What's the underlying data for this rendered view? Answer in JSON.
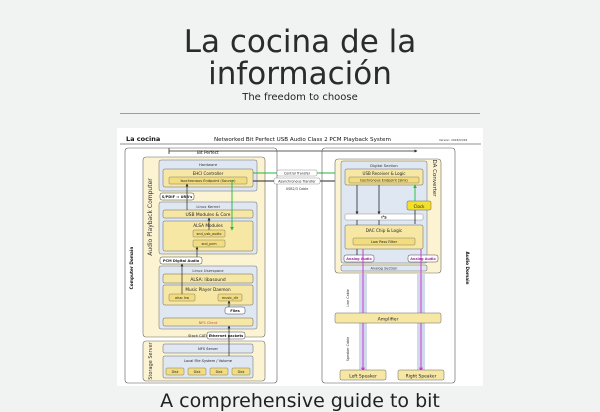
{
  "site": {
    "title_line1": "La cocina de la",
    "title_line2": "información",
    "tagline": "The freedom to choose",
    "post_heading": "A comprehensive guide to bit"
  },
  "diagram": {
    "corner_title": "La cocina",
    "title": "Networked Bit Perfect USB Audio Class 2 PCM Playback System",
    "version": "Version: 2018/03/26",
    "bit_perfect": "Bit Perfect",
    "computer_domain": "Computer Domain",
    "audio_domain": "Audio Domain",
    "audio_playback_computer": "Audio Playback Computer",
    "storage_server": "Storage Server",
    "dac_converter": "DA Converter",
    "hardware": "Hardware",
    "ehci_controller": "EHCI Controller",
    "iso_endpoint_source": "Isochronous Endpoint (Source)",
    "spdif": "S/PDIF ⇒ URB's",
    "linux_kernel": "Linux Kernel",
    "usb_modules": "USB Modules & Core",
    "alsa_modules": "ALSA Modules",
    "snd_usb_audio": "snd_usb_audio",
    "snd_pcm": "snd_pcm",
    "pcm_digital_audio": "PCM Digital Audio",
    "linux_userspace": "Linux Userspace",
    "alsa_libasound": "ALSA: libasound",
    "music_player_daemon": "Music Player Daemon",
    "alsa_hw": "alsa: hw",
    "music_dir": "music_dir",
    "files": "Files",
    "nfs_client": "NFS Client",
    "stack_cat6": "Stack CAT6",
    "ethernet_packets": "Ethernet packets",
    "nfs_server": "NFS Server",
    "local_fs": "Local File System / Volume",
    "disk": "Disk",
    "control_transfer": "Control Transfer",
    "async_transfer": "Asynchronous Transfer",
    "usb2_cable": "USB2/3 Cable",
    "digital_section": "Digital Section",
    "usb_receiver": "USB Receiver & Logic",
    "iso_endpoint_sink": "Isochronous Endpoint (Sink)",
    "clock": "Clock",
    "i2s": "I²S",
    "dac_chip": "DAC Chip & Logic",
    "low_pass_filter": "Low Pass Filter",
    "analog_audio": "Analog Audio",
    "analog_section": "Analog Section",
    "line_cable": "Line Cable",
    "amplifier": "Amplifier",
    "speaker_cable": "Speaker Cable",
    "left_speaker": "Left Speaker",
    "right_speaker": "Right Speaker"
  },
  "colors": {
    "panel_fill": "#fbf3d1",
    "module_fill": "#f6e7a5",
    "kernel_fill": "#dfe7f2",
    "pink": "#c83bd2",
    "green": "#34d04a",
    "dark_line": "#2a2a2a"
  }
}
